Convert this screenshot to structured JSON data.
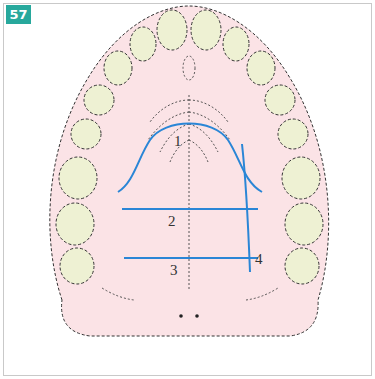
{
  "diagram": {
    "nodes": [
      {
        "text": [
          "57"
        ]
      }
    ],
    "labels": [
      "1",
      "2",
      "3",
      "4"
    ]
  }
}
